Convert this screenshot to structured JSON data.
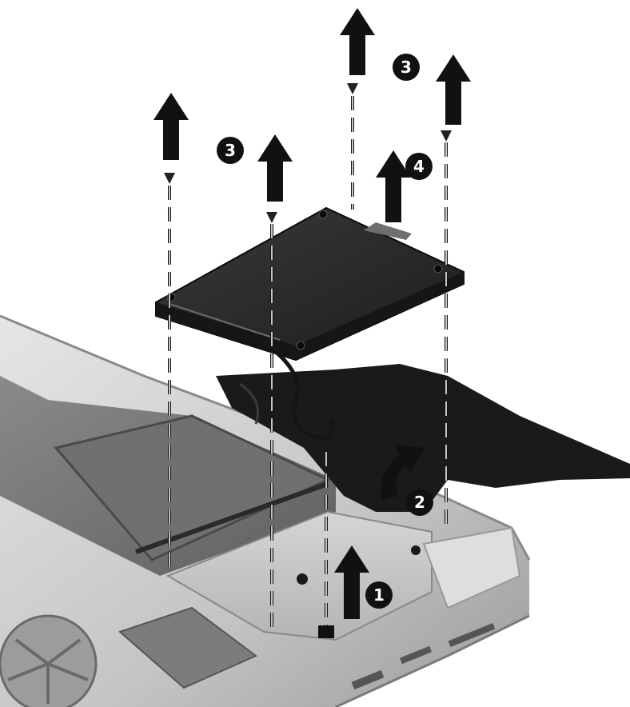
{
  "figure": {
    "description_free": true,
    "callouts": [
      {
        "id": "step-1",
        "label": "1"
      },
      {
        "id": "step-2",
        "label": "2"
      },
      {
        "id": "step-3a",
        "label": "3"
      },
      {
        "id": "step-3b",
        "label": "3"
      },
      {
        "id": "step-4",
        "label": "4"
      }
    ],
    "colors": {
      "arrow": "#111111",
      "callout_fill": "#111111",
      "callout_text": "#ffffff",
      "drive_body": "#2b2b2b",
      "chassis": "#c9c9c9",
      "cable": "#151515"
    },
    "icons": [
      "arrow-up-icon",
      "curved-arrow-icon",
      "screw-icon"
    ]
  }
}
